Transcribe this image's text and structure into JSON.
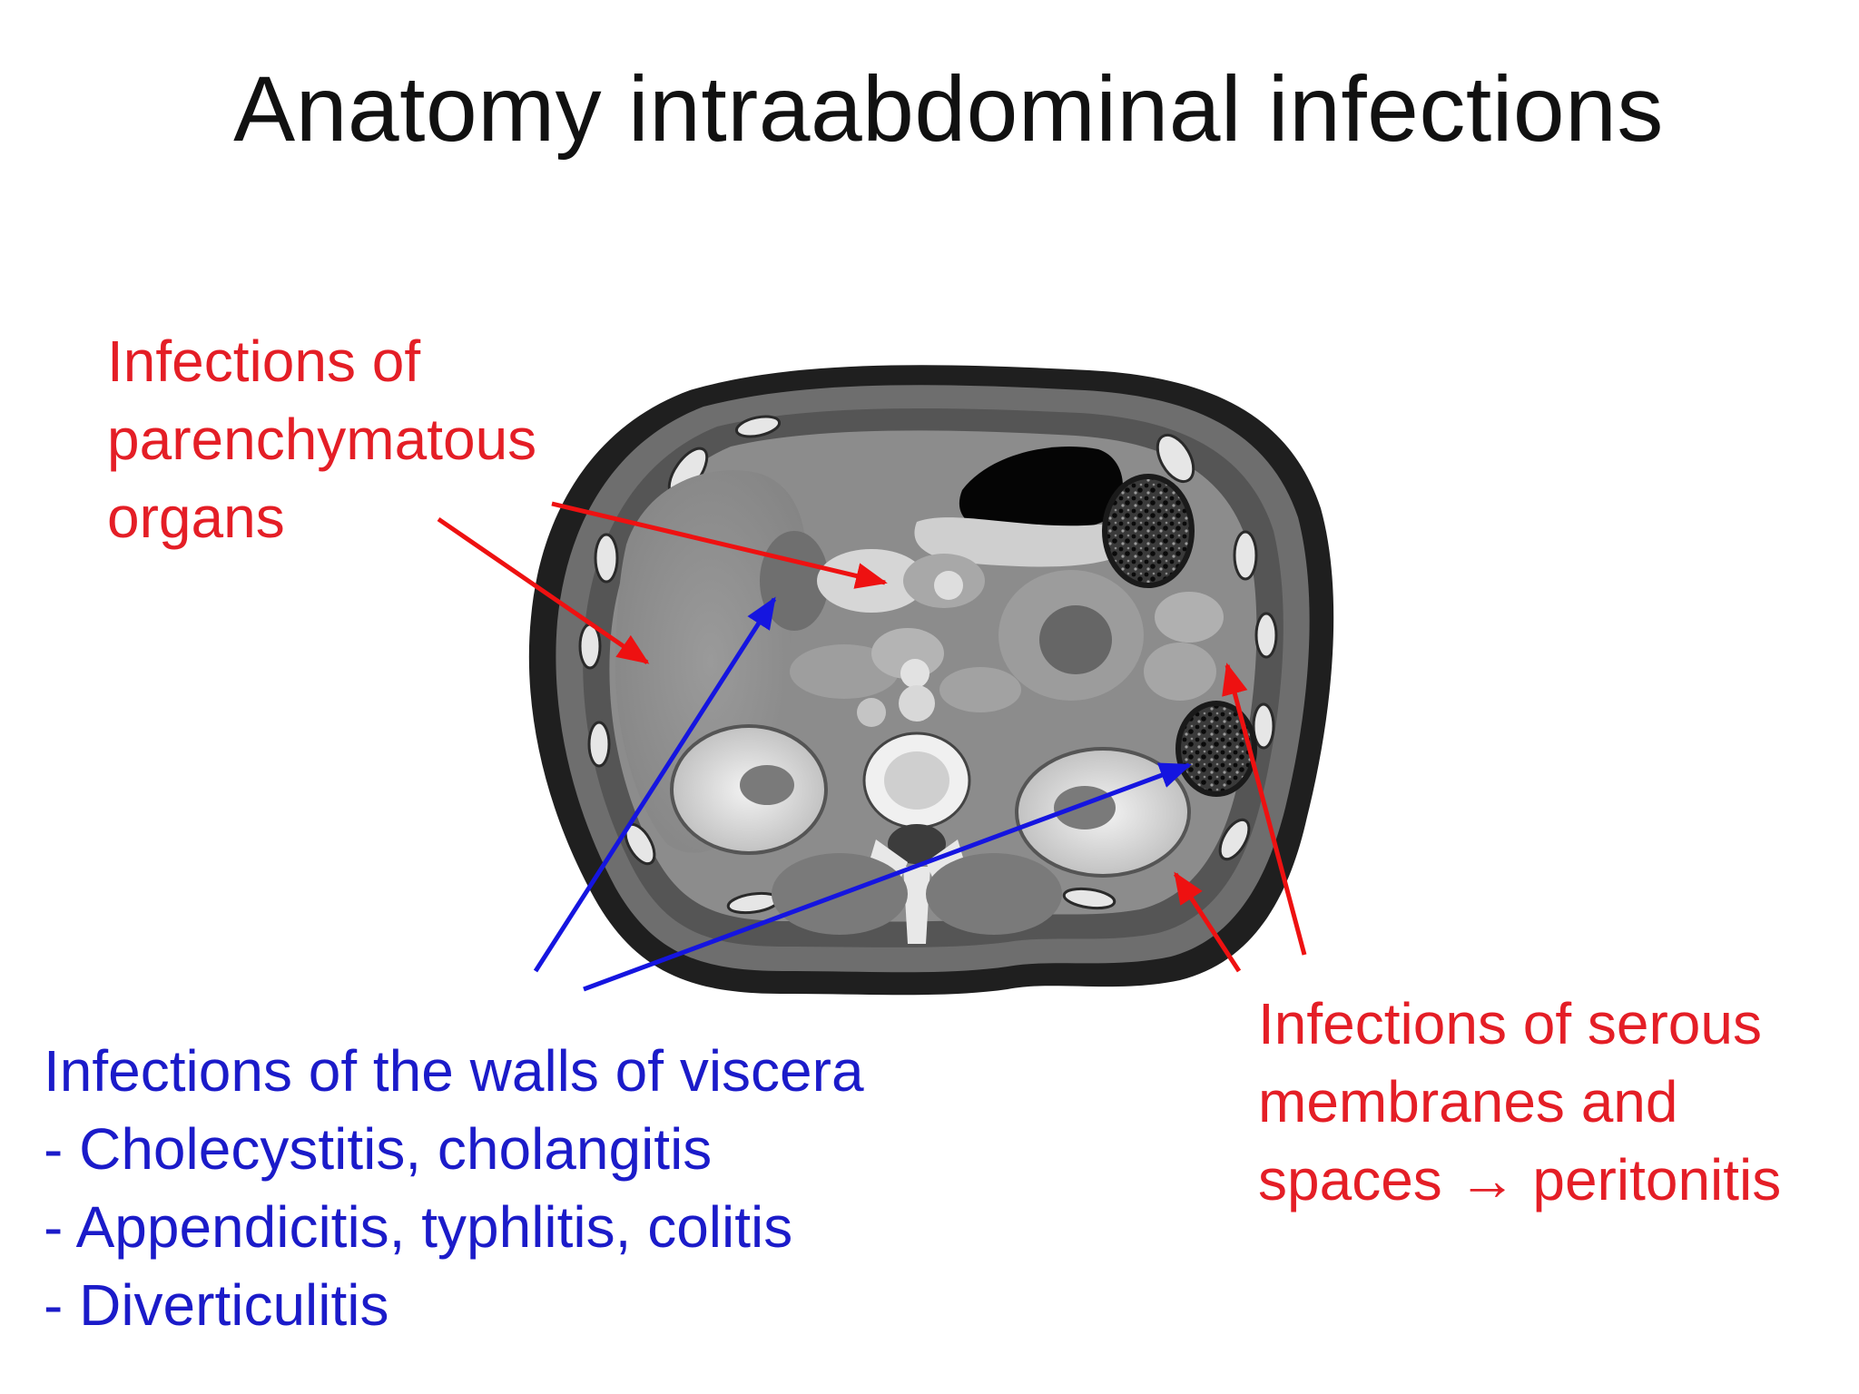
{
  "title": "Anatomy intraabdominal infections",
  "labels": {
    "parenchymatous": [
      "Infections of",
      "parenchymatous",
      "organs"
    ],
    "walls": [
      "Infections of the walls of viscera",
      "- Cholecystitis, cholangitis",
      "- Appendicitis, typhlitis, colitis",
      "- Diverticulitis"
    ],
    "serous": [
      "Infections of serous",
      "membranes and",
      "spaces → peritonitis"
    ]
  },
  "colors": {
    "red_label": "#e41e26",
    "blue_label": "#1b1bc9",
    "red_arrow": "#ee1111",
    "blue_arrow": "#1515e0"
  }
}
